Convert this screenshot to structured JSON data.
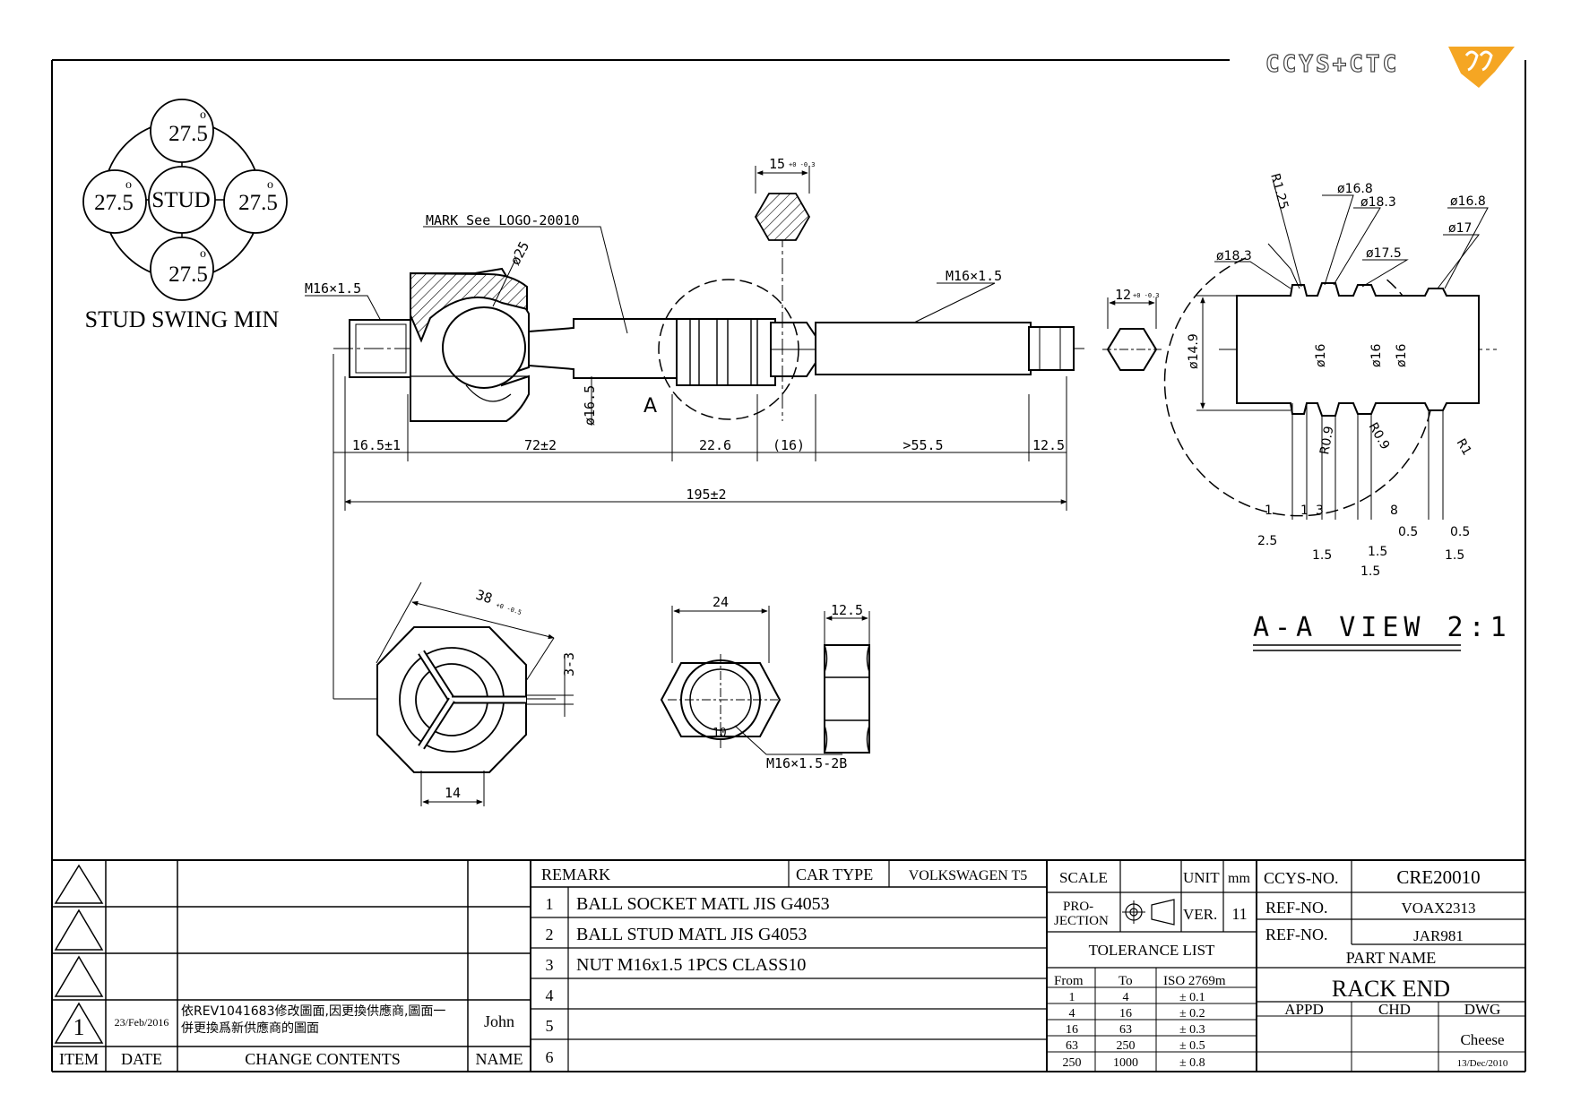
{
  "logo": {
    "text": "CCYS+CTC",
    "accent_color": "#f5a623"
  },
  "swing": {
    "caption": "STUD SWING MIN",
    "center": "STUD",
    "top": "27.5",
    "left": "27.5",
    "right": "27.5",
    "bottom": "27.5",
    "degree_mark": "o"
  },
  "main_view": {
    "mark_note": "MARK See LOGO-20010",
    "thread_left": "M16×1.5",
    "thread_right": "M16×1.5",
    "socket_dia": "ø25",
    "shank_dia": "ø16.5",
    "section_label": "A",
    "hex_width": "15",
    "hex_tol": "+0 -0.3",
    "dims": [
      "16.5±1",
      "72±2",
      "22.6",
      "(16)",
      ">55.5",
      "12.5"
    ],
    "overall": "195±2"
  },
  "small_hex": {
    "width": "12",
    "tol": "+0 -0.3"
  },
  "section_view": {
    "title": "A-A VIEW 2:1",
    "labels": [
      "R1.25",
      "ø18.3",
      "ø16.8",
      "ø18.3",
      "ø17.5",
      "ø16.8",
      "ø17",
      "ø14.9",
      "ø16",
      "ø16",
      "ø16",
      "R0.9",
      "R0.9",
      "R1"
    ],
    "bottom_dims": [
      "1",
      "1",
      "3",
      "8",
      "2.5",
      "0.5",
      "0.5",
      "1.5",
      "1.5",
      "1.5",
      "1.5"
    ]
  },
  "socket_view": {
    "across": "38",
    "tol": "+0 -0.5",
    "side": "3-3",
    "bottom": "14"
  },
  "nut_view": {
    "width": "24",
    "inner": "10",
    "thread": "M16×1.5-2B",
    "thickness": "12.5"
  },
  "title_block": {
    "item_hdr": "ITEM",
    "date_hdr": "DATE",
    "change_hdr": "CHANGE CONTENTS",
    "name_hdr": "NAME",
    "rev_item": "1",
    "rev_date": "23/Feb/2016",
    "rev_change_1": "依REV1041683修改圖面,因更換供應商,圖面一",
    "rev_change_2": "併更換爲新供應商的圖面",
    "rev_name": "John",
    "remark": "REMARK",
    "car_type_hdr": "CAR TYPE",
    "car_type": "VOLKSWAGEN T5",
    "remarks": [
      {
        "no": "1",
        "text": "BALL SOCKET MATL JIS G4053"
      },
      {
        "no": "2",
        "text": "BALL STUD MATL JIS G4053"
      },
      {
        "no": "3",
        "text": "NUT M16x1.5 1PCS CLASS10"
      },
      {
        "no": "4",
        "text": ""
      },
      {
        "no": "5",
        "text": ""
      },
      {
        "no": "6",
        "text": ""
      }
    ],
    "scale": "SCALE",
    "unit": "UNIT",
    "unit_val": "mm",
    "projection_1": "PRO-",
    "projection_2": "JECTION",
    "ver": "VER.",
    "ver_val": "11",
    "tol_title": "TOLERANCE LIST",
    "tol_from": "From",
    "tol_to": "To",
    "tol_iso": "ISO 2769m",
    "tol_rows": [
      {
        "from": "1",
        "to": "4",
        "tol": "± 0.1"
      },
      {
        "from": "4",
        "to": "16",
        "tol": "± 0.2"
      },
      {
        "from": "16",
        "to": "63",
        "tol": "± 0.3"
      },
      {
        "from": "63",
        "to": "250",
        "tol": "± 0.5"
      },
      {
        "from": "250",
        "to": "1000",
        "tol": "± 0.8"
      }
    ],
    "ccys_no": "CCYS-NO.",
    "ccys_val": "CRE20010",
    "ref_no": "REF-NO.",
    "ref_val_1": "VOAX2313",
    "ref_val_2": "JAR981",
    "part_name_hdr": "PART NAME",
    "part_name": "RACK END",
    "appd": "APPD",
    "chd": "CHD",
    "dwg": "DWG",
    "dwg_name": "Cheese",
    "dwg_date": "13/Dec/2010"
  }
}
